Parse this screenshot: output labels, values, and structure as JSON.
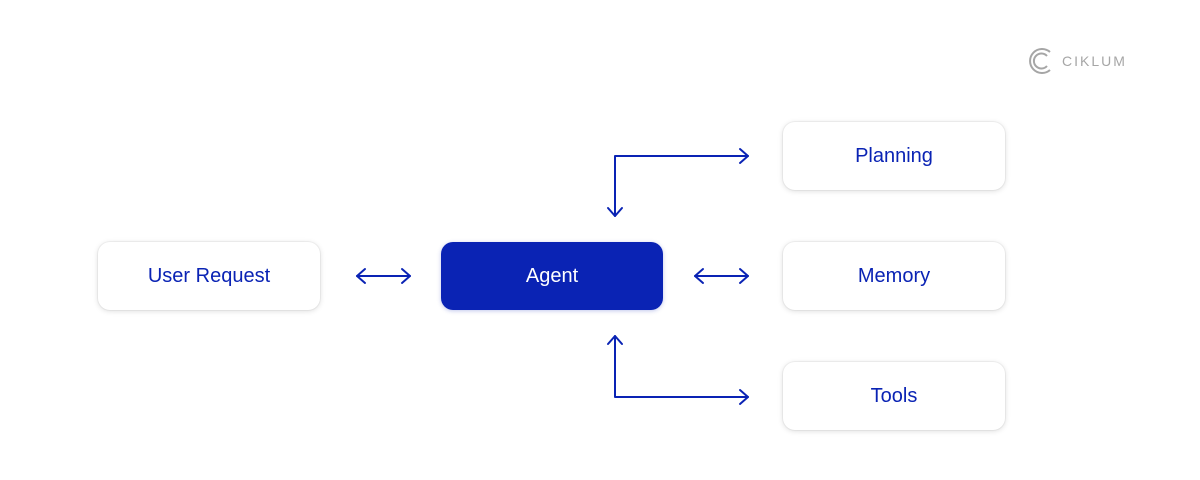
{
  "logo": {
    "text": "CIKLUM",
    "icon": "ciklum-c-logo"
  },
  "nodes": {
    "user_request": "User Request",
    "agent": "Agent",
    "planning": "Planning",
    "memory": "Memory",
    "tools": "Tools"
  },
  "edges": [
    {
      "from": "User Request",
      "to": "Agent",
      "direction": "both"
    },
    {
      "from": "Agent",
      "to": "Planning",
      "direction": "both"
    },
    {
      "from": "Agent",
      "to": "Memory",
      "direction": "both"
    },
    {
      "from": "Agent",
      "to": "Tools",
      "direction": "both"
    }
  ],
  "colors": {
    "accent": "#0a23b4",
    "logo": "#a6a6a6",
    "background": "#ffffff"
  }
}
